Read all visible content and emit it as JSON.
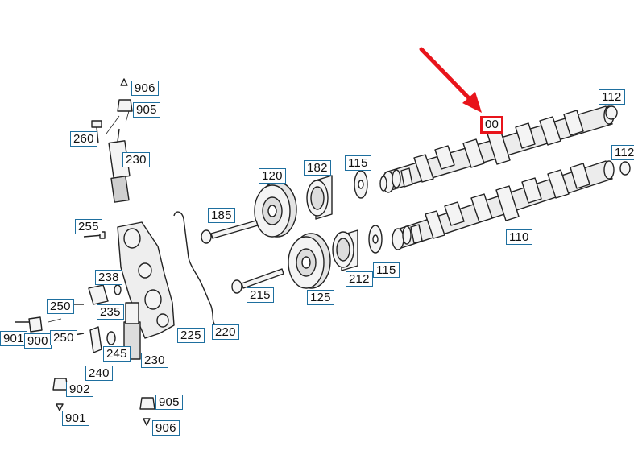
{
  "diagram": {
    "arrow_color": "#e8141b",
    "label_border_color": "#1e6f9f",
    "labels": {
      "l906a": "906",
      "l905a": "905",
      "l260": "260",
      "l230a": "230",
      "l255": "255",
      "l238": "238",
      "l250a": "250",
      "l235": "235",
      "l901a": "901",
      "l900": "900",
      "l250b": "250",
      "l245": "245",
      "l240": "240",
      "l230b": "230",
      "l225": "225",
      "l902": "902",
      "l901b": "901",
      "l905b": "905",
      "l906b": "906",
      "l220": "220",
      "l185": "185",
      "l215": "215",
      "l120": "120",
      "l182": "182",
      "l125": "125",
      "l115a": "115",
      "l212": "212",
      "l115b": "115",
      "l110": "110",
      "l112a": "112",
      "l112b": "112",
      "l100": "00"
    }
  }
}
